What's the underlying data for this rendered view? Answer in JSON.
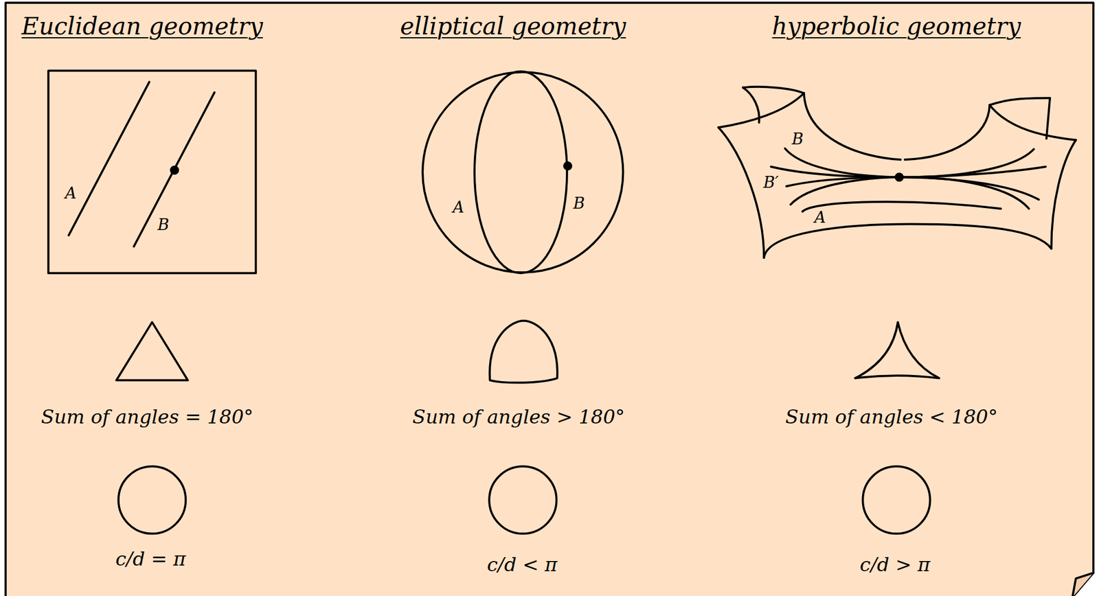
{
  "diagram": {
    "labels": [
      "Euclidean geometry",
      "elliptical geometry",
      "hyperbolic geometry",
      "A",
      "B",
      "A",
      "B",
      "B",
      "B′",
      "A",
      "Sum of angles = 180°",
      "Sum of angles > 180°",
      "Sum of angles < 180°",
      "c/d = π",
      "c/d < π",
      "c/d > π"
    ]
  }
}
